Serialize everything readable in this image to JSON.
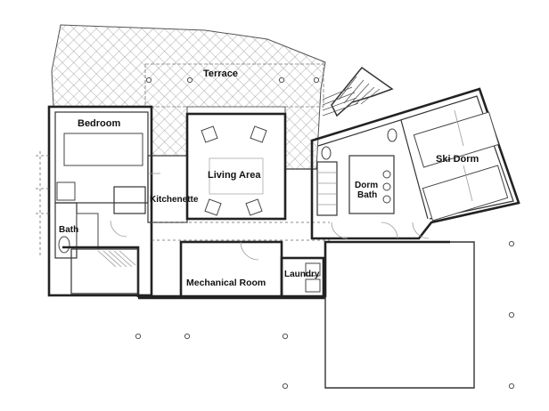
{
  "labels": {
    "terrace": "Terrace",
    "bedroom": "Bedroom",
    "living_area": "Living Area",
    "ski_dorm": "Ski Dorm",
    "dorm": "Dorm",
    "dorm_bath": "Bath",
    "kitchenette": "Kitchenette",
    "bath": "Bath",
    "mechanical_room": "Mechanical Room",
    "laundry": "Laundry"
  },
  "colors": {
    "wall": "#222222",
    "hatch": "#8a8a8a",
    "background": "#ffffff"
  }
}
